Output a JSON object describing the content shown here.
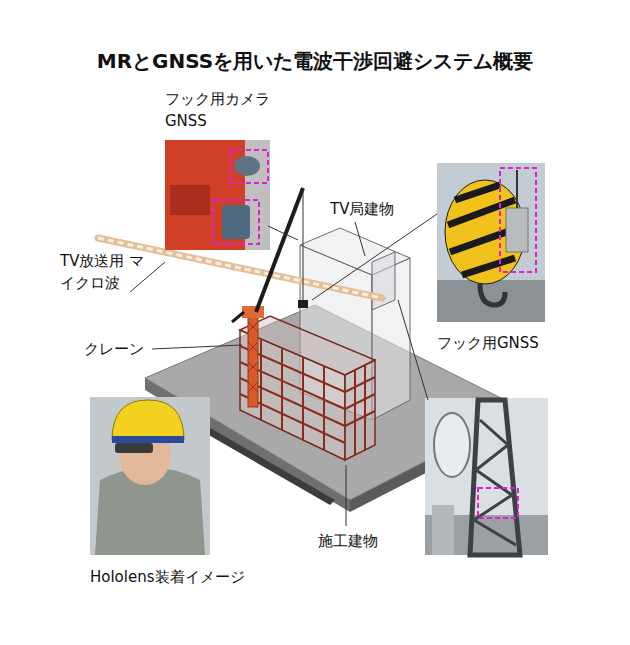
{
  "diagram": {
    "title": "MRとGNSSを用いた電波干渉回避システム概要",
    "labels": [
      "フック用カメラ GNSS",
      "TV局建物",
      "TV放送用 マイクロ波",
      "クレーン",
      "フック用GNSS",
      "Hololens装着イメージ",
      "施工建物"
    ]
  }
}
